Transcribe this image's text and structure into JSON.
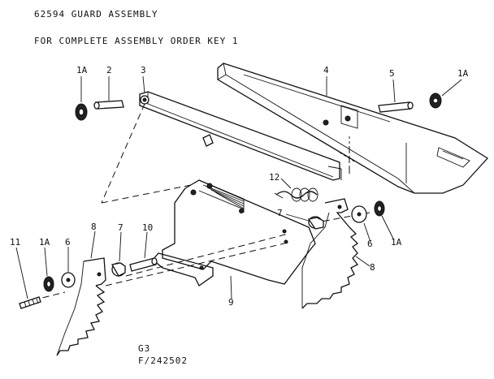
{
  "title": "62594 GUARD ASSEMBLY",
  "subtitle": "FOR COMPLETE ASSEMBLY ORDER KEY 1",
  "footer": {
    "code": "G3",
    "drawing_number": "F/242502"
  },
  "labels": {
    "p1a_top_left": "1A",
    "p2": "2",
    "p3": "3",
    "p4": "4",
    "p5": "5",
    "p1a_top_right": "1A",
    "p12": "12",
    "p7_right": "7",
    "p6_right": "6",
    "p1a_right": "1A",
    "p8_right": "8",
    "p9": "9",
    "p10": "10",
    "p7_left": "7",
    "p8_left": "8",
    "p6_left": "6",
    "p1a_left": "1A",
    "p11": "11"
  }
}
